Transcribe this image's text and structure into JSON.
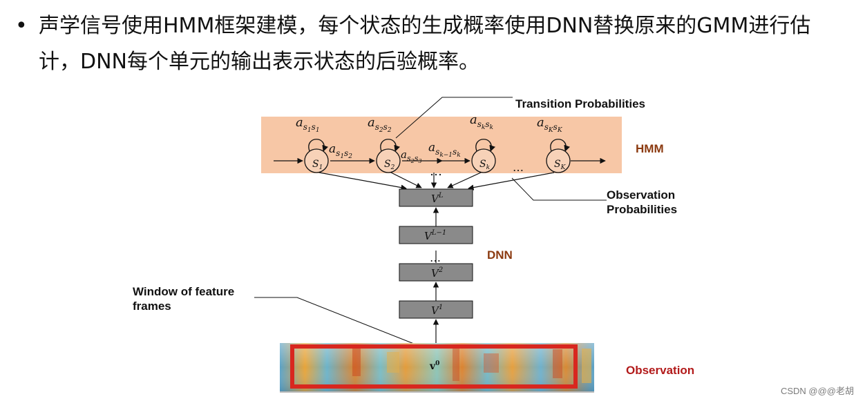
{
  "bullet": {
    "symbol": "•",
    "line1": "声学信号使用HMM框架建模，每个状态的生成概率使用DNN替换原来的GMM进行估",
    "line2": "计，DNN每个单元的输出表示状态的后验概率。"
  },
  "diagram": {
    "labels": {
      "transition": "Transition Probabilities",
      "hmm": "HMM",
      "observation_prob_1": "Observation",
      "observation_prob_2": "Probabilities",
      "dnn": "DNN",
      "window_1": "Window of feature",
      "window_2": "frames",
      "observation": "Observation"
    },
    "states": [
      "S1",
      "S2",
      "Sk",
      "SK"
    ],
    "self_loops": [
      "as1s1",
      "as2s2",
      "asksk",
      "asKsK"
    ],
    "transitions": [
      "as1s2",
      "as2s3",
      "ask-1sk"
    ],
    "ellipses": [
      "…",
      "…",
      "…"
    ],
    "layers": [
      "V^L",
      "V^{L-1}",
      "…",
      "V^2",
      "V^1"
    ],
    "input_layer": "v^0",
    "colors": {
      "hmm_band": "#f7c7a6",
      "layer_box": "#8a8a8a",
      "window_border": "#d8271f",
      "brown_label": "#8b3a10",
      "red_label": "#b21a1a"
    }
  },
  "watermark": "CSDN @@@老胡"
}
